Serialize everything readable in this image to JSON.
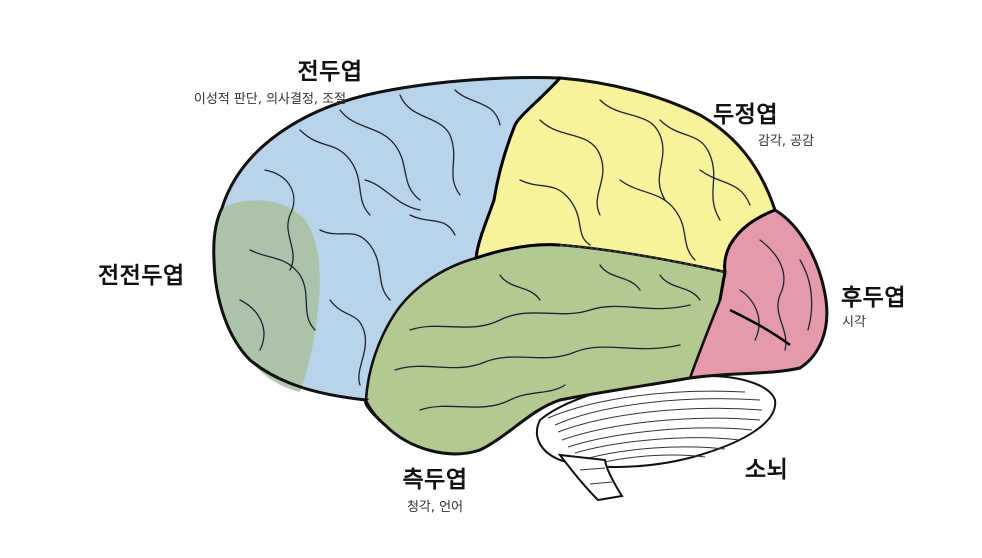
{
  "lobes": {
    "frontal": {
      "name": "전두엽",
      "function": "이성적 판단, 의사결정, 조절",
      "color": "#b9d3ea"
    },
    "prefrontal": {
      "name": "전전두엽",
      "color": "#a9c0a0"
    },
    "parietal": {
      "name": "두정엽",
      "function": "감각, 공감",
      "color": "#f8f29c"
    },
    "occipital": {
      "name": "후두엽",
      "function": "시각",
      "color": "#e49aab"
    },
    "temporal": {
      "name": "측두엽",
      "function": "청각, 언어",
      "color": "#b3c991"
    },
    "cerebellum": {
      "name": "소뇌"
    }
  }
}
